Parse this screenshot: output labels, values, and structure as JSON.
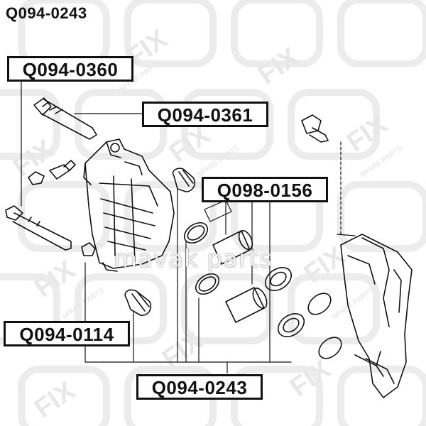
{
  "title": "Q094-0243",
  "labels": {
    "q094_0360": "Q094-0360",
    "q094_0361": "Q094-0361",
    "q098_0156": "Q098-0156",
    "q094_0114": "Q094-0114",
    "q094_0243": "Q094-0243"
  },
  "watermark": {
    "brand": "FIX",
    "tagline": "SPARE PARTS",
    "overlay": "mavak parts"
  },
  "colors": {
    "line": "#111111",
    "watermark": "#e8e8e8"
  }
}
